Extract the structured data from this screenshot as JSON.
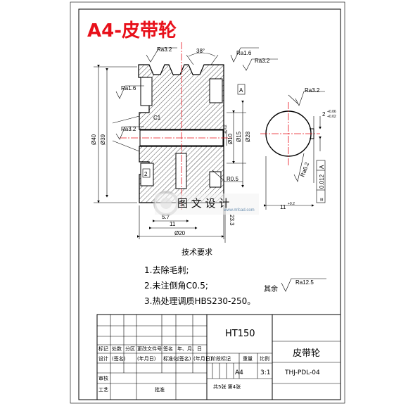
{
  "title": "A4-皮带轮",
  "section_view": {
    "groove_angle": "38°",
    "roughness": [
      "Ra3.2",
      "Ra1.6",
      "Ra3.2",
      "Ra1.6",
      "Ra3.2"
    ],
    "chamfer": "C1",
    "diameters": [
      "Ø40",
      "Ø39",
      "Ø15",
      "Ø28",
      "Ø10"
    ],
    "hole_tol": "+0.02",
    "radius": "R0.5",
    "small_dim": "2",
    "datum": "A",
    "widths": [
      "5.7",
      "11",
      "Ø20"
    ],
    "side_dim": "23.3"
  },
  "end_view": {
    "roughness_top": "Ra3.2",
    "key_width": "2",
    "key_tol": "+0.06",
    "key_tol_low": "+0.02",
    "roughness_bottom": "Ra6.2",
    "tolerance_frame": [
      "≡",
      "0.012",
      "A"
    ],
    "keyway_dim": "11",
    "keyway_tol": "+0.2"
  },
  "requirements": {
    "heading": "技术要求",
    "items": [
      "1.去除毛刺;",
      "2.未注倒角C0.5;",
      "3.热处理调质HBS230-250。"
    ],
    "others_label": "其余",
    "others_roughness": "Ra12.5"
  },
  "title_block": {
    "material": "HT150",
    "part_name": "皮带轮",
    "drawing_no": "THJ-PDL-04",
    "sheet_size": "A4",
    "scale": "3:1",
    "sheet_count": "共5张  第4张",
    "labels": {
      "mark": "标记",
      "count": "处数",
      "zone": "分区",
      "doc_no": "更改文件号",
      "sign": "签名",
      "date": "年、月、日",
      "design": "设计",
      "sign2": "(签名)",
      "date2": "(年月日)",
      "std": "标准化",
      "sign3": "(签名)",
      "date3": "(年月日)",
      "stage": "阶段标记",
      "weight": "重量",
      "ratio": "比例",
      "review": "审核",
      "process": "工艺",
      "approve": "批准"
    }
  },
  "watermark": {
    "text": "图 文 设 计",
    "url": "www.mfcad.com"
  }
}
